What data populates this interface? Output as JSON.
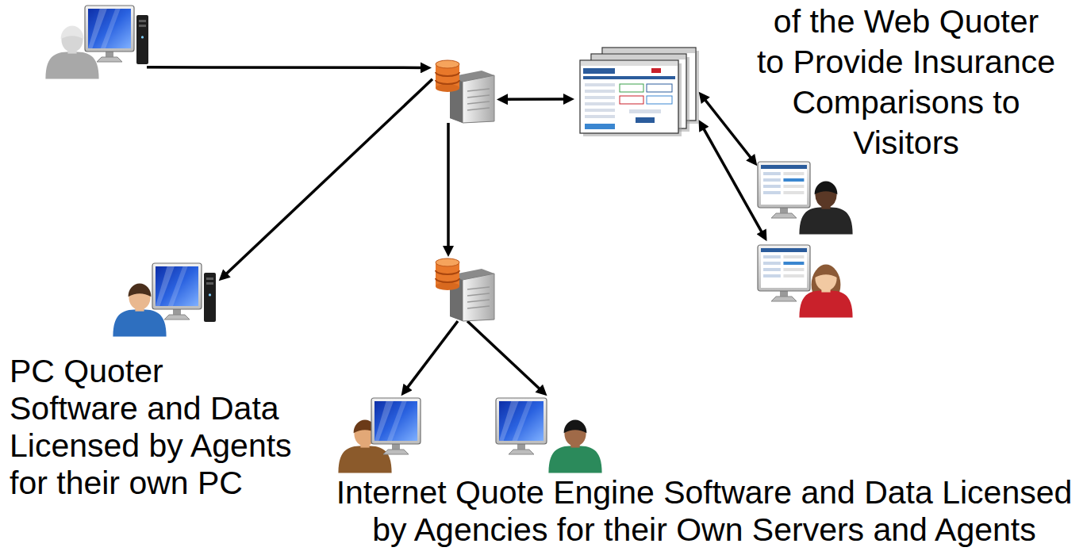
{
  "diagram": {
    "nodes": [
      {
        "text": []
      },
      {
        "text": []
      },
      {
        "text": [
          "of the Web Quoter to Provide Insurance Comparisons to Visitors"
        ]
      },
      {
        "text": []
      },
      {
        "text": []
      },
      {
        "text": [
          "PC Quoter Software and Data Licensed by Agents for their own PC"
        ]
      },
      {
        "text": []
      },
      {
        "text": []
      },
      {
        "text": []
      }
    ],
    "edges": [
      {
        "from": 0,
        "to": 1,
        "arrow": "to"
      },
      {
        "from": 1,
        "to": 2,
        "arrow": "both"
      },
      {
        "from": 2,
        "to": 3,
        "arrow": "both"
      },
      {
        "from": 2,
        "to": 4,
        "arrow": "both"
      },
      {
        "from": 1,
        "to": 5,
        "arrow": "to"
      },
      {
        "from": 1,
        "to": 6,
        "arrow": "to"
      },
      {
        "from": 6,
        "to": 7,
        "arrow": "to"
      },
      {
        "from": 6,
        "to": 8,
        "arrow": "to"
      }
    ],
    "labels": [
      "Internet Quote Engine Software and Data Licensed by Agencies for their Own Servers and Agents"
    ]
  }
}
